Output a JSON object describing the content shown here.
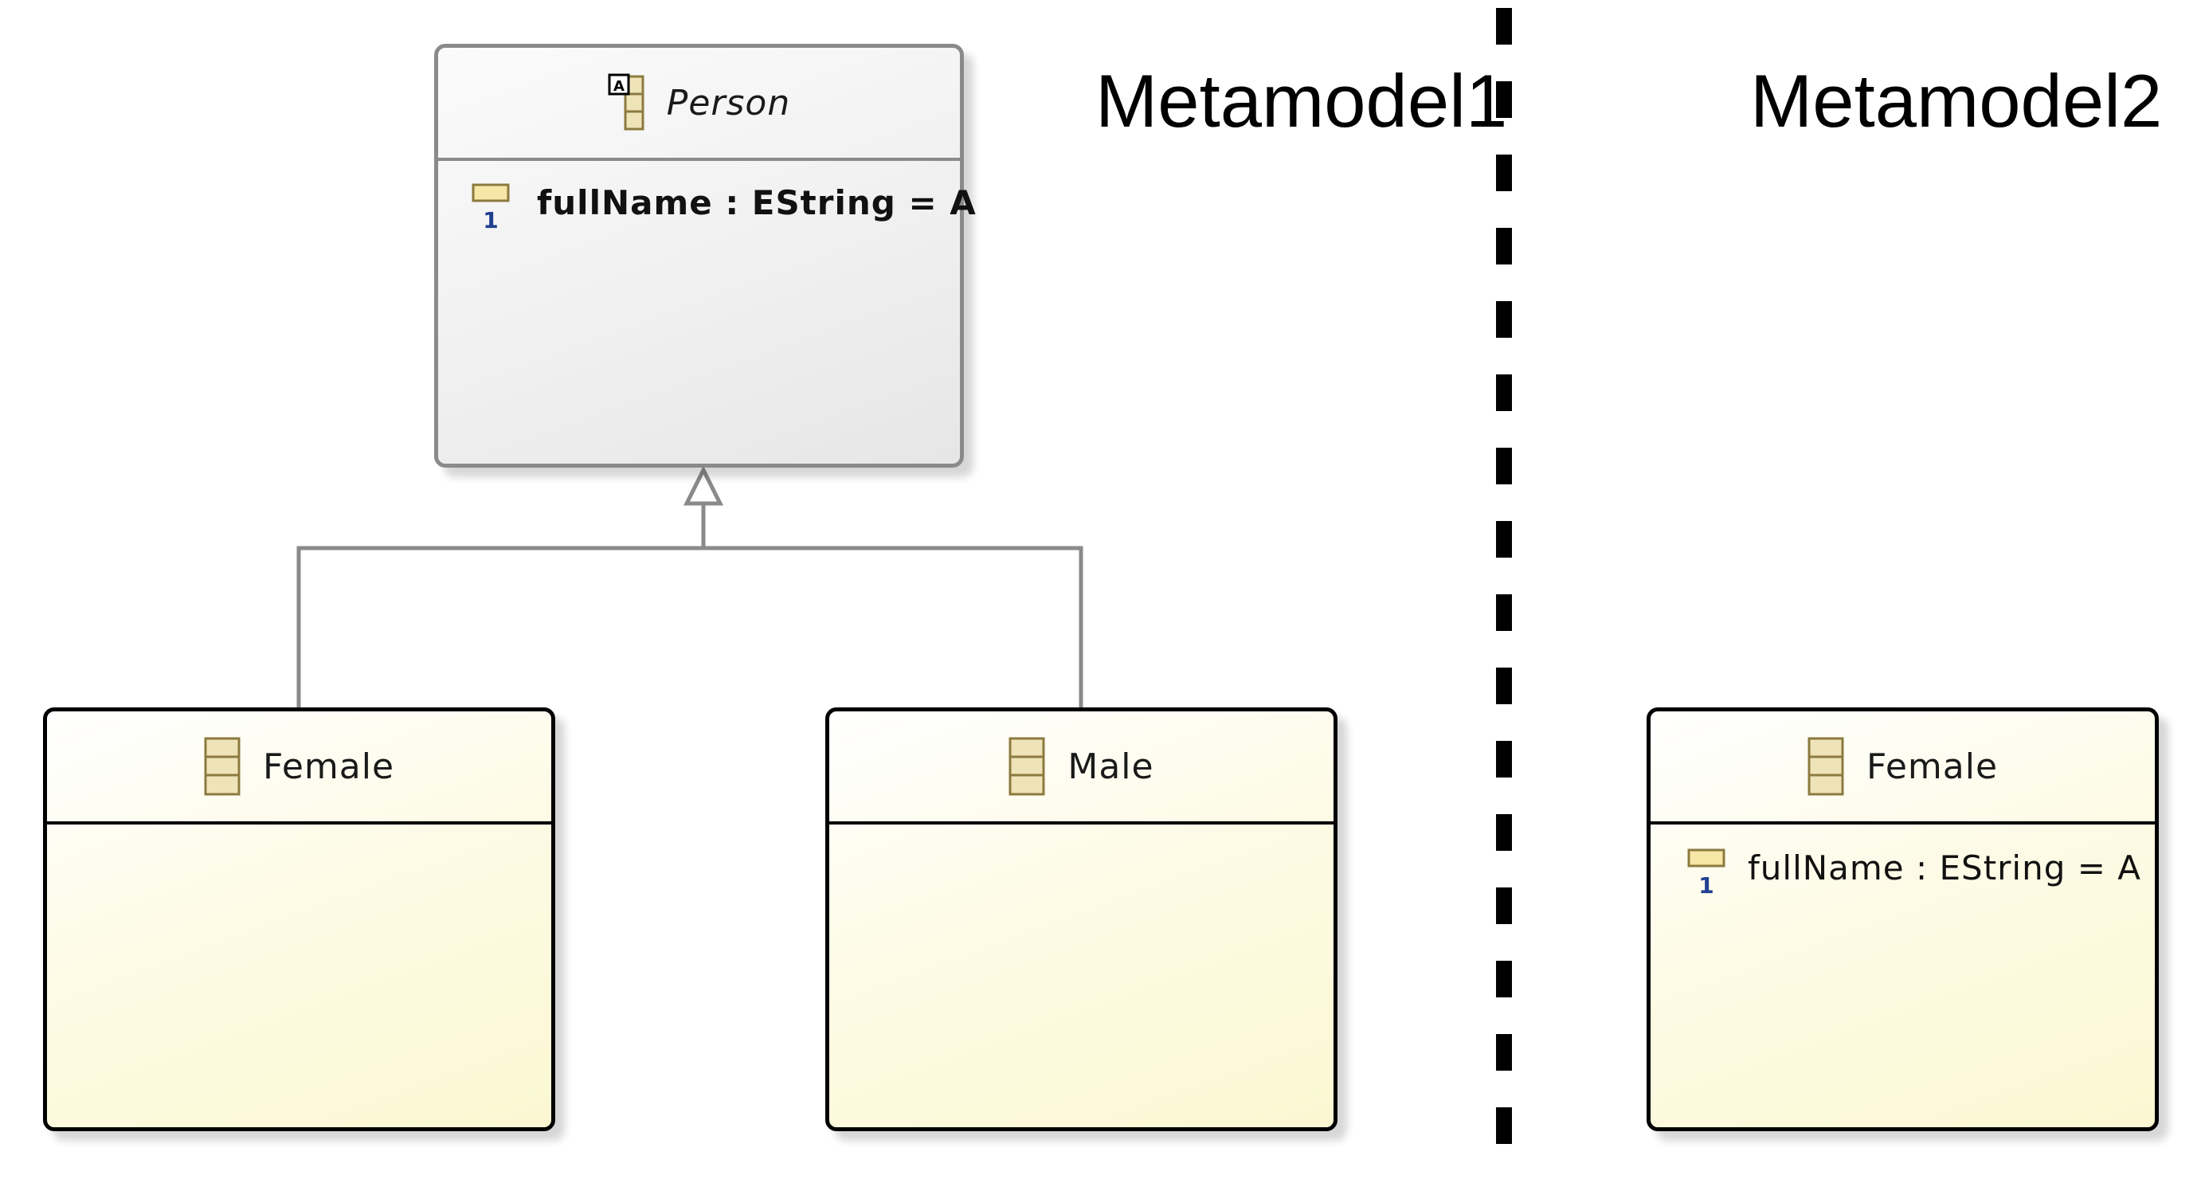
{
  "metamodel1": {
    "title": "Metamodel1",
    "classes": [
      {
        "name": "Person",
        "abstract": true,
        "attributes": [
          {
            "label": "fullName : EString = A",
            "multiplicity": "1"
          }
        ]
      },
      {
        "name": "Female",
        "abstract": false,
        "attributes": []
      },
      {
        "name": "Male",
        "abstract": false,
        "attributes": []
      }
    ],
    "generalizations": [
      {
        "child": "Female",
        "parent": "Person"
      },
      {
        "child": "Male",
        "parent": "Person"
      }
    ]
  },
  "metamodel2": {
    "title": "Metamodel2",
    "classes": [
      {
        "name": "Female",
        "abstract": false,
        "attributes": [
          {
            "label": "fullName : EString = A",
            "multiplicity": "1"
          }
        ]
      }
    ]
  },
  "colors": {
    "class_fill": "#fbf7d2",
    "abstract_fill": "#ececec",
    "abstract_border": "#8a8a8a",
    "connector": "#8a8a8a",
    "separator": "#000000",
    "icon_gold": "#d8b24a",
    "multiplicity_blue": "#1f3f8f"
  },
  "icons": {
    "class": "eclass-icon",
    "abstract_class": "abstract-eclass-icon",
    "attribute": "eattribute-icon"
  }
}
